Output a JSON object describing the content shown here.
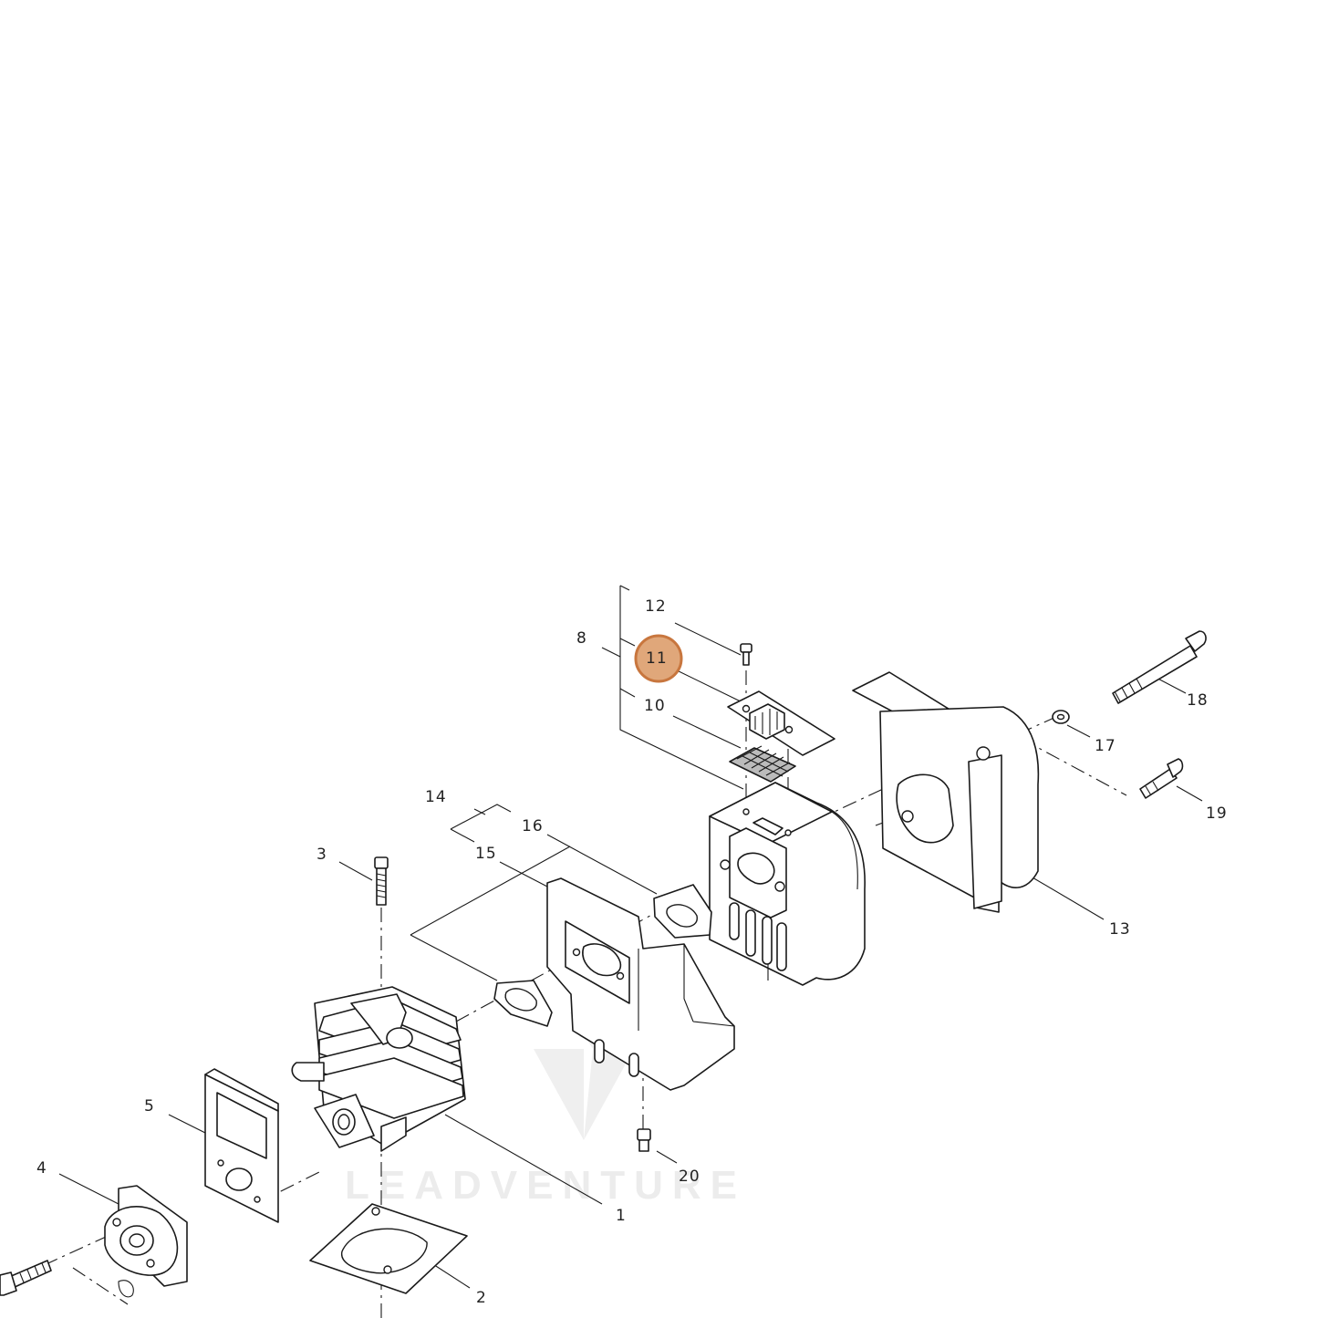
{
  "diagram": {
    "callouts": [
      {
        "id": "1",
        "label": "1"
      },
      {
        "id": "2",
        "label": "2"
      },
      {
        "id": "3",
        "label": "3"
      },
      {
        "id": "4",
        "label": "4"
      },
      {
        "id": "5",
        "label": "5"
      },
      {
        "id": "8",
        "label": "8"
      },
      {
        "id": "10",
        "label": "10"
      },
      {
        "id": "11",
        "label": "11"
      },
      {
        "id": "12",
        "label": "12"
      },
      {
        "id": "13",
        "label": "13"
      },
      {
        "id": "14",
        "label": "14"
      },
      {
        "id": "15",
        "label": "15"
      },
      {
        "id": "16",
        "label": "16"
      },
      {
        "id": "17",
        "label": "17"
      },
      {
        "id": "18",
        "label": "18"
      },
      {
        "id": "19",
        "label": "19"
      },
      {
        "id": "20",
        "label": "20"
      }
    ],
    "highlighted_callout": "11",
    "highlight_color": "#e0a77a",
    "highlight_stroke": "#c8763e",
    "watermark": {
      "text": "LEADVENTURE",
      "icon": "leadventure-logo-icon"
    }
  }
}
